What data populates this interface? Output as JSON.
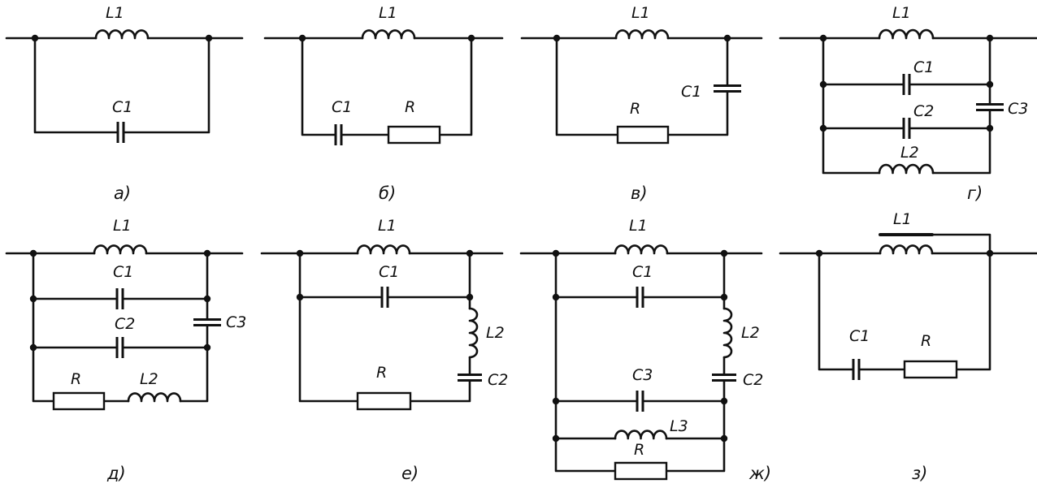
{
  "circuits": [
    {
      "caption": "а)",
      "labels": {
        "L1": "L1",
        "C1": "C1"
      }
    },
    {
      "caption": "б)",
      "labels": {
        "L1": "L1",
        "C1": "C1",
        "R": "R"
      }
    },
    {
      "caption": "в)",
      "labels": {
        "L1": "L1",
        "C1": "C1",
        "R": "R"
      }
    },
    {
      "caption": "г)",
      "labels": {
        "L1": "L1",
        "C1": "C1",
        "C2": "C2",
        "C3": "C3",
        "L2": "L2"
      }
    },
    {
      "caption": "д)",
      "labels": {
        "L1": "L1",
        "C1": "C1",
        "C2": "C2",
        "C3": "C3",
        "R": "R",
        "L2": "L2"
      }
    },
    {
      "caption": "е)",
      "labels": {
        "L1": "L1",
        "C1": "C1",
        "L2": "L2",
        "C2": "C2",
        "R": "R"
      }
    },
    {
      "caption": "ж)",
      "labels": {
        "L1": "L1",
        "C1": "C1",
        "L2": "L2",
        "C2": "C2",
        "C3": "C3",
        "L3": "L3",
        "R": "R"
      }
    },
    {
      "caption": "з)",
      "labels": {
        "L1": "L1",
        "C1": "C1",
        "R": "R"
      }
    }
  ]
}
